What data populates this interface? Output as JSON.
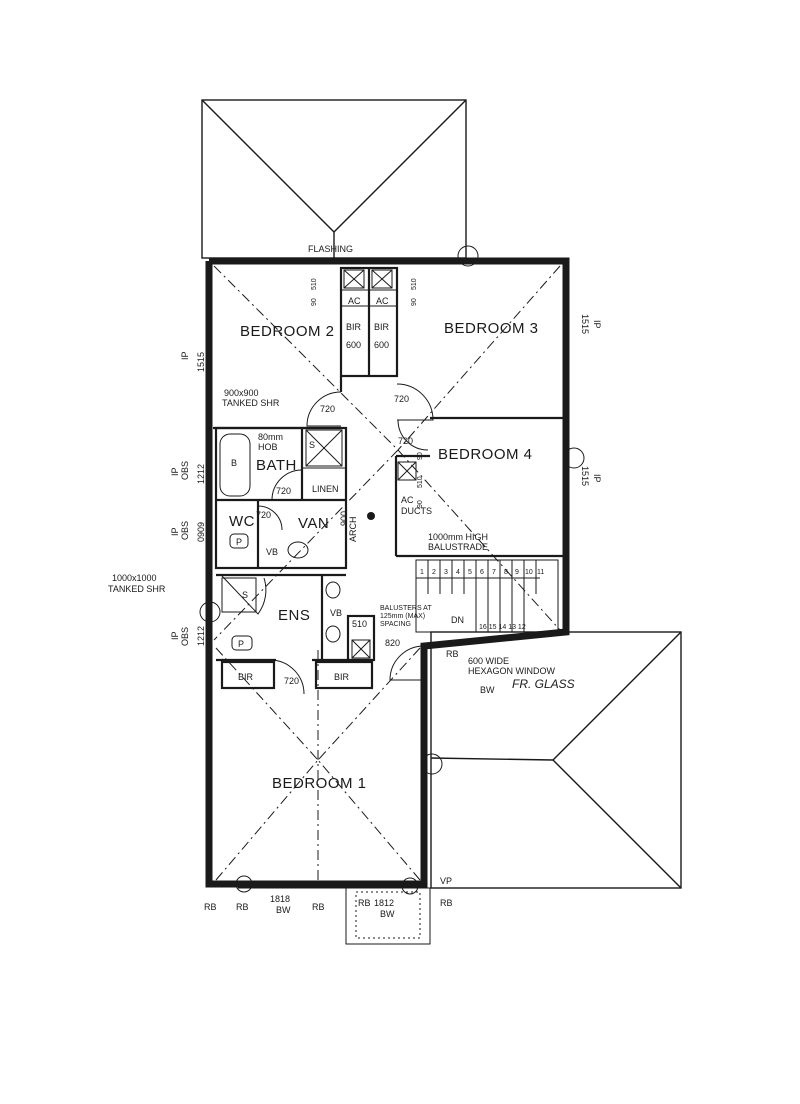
{
  "rooms": {
    "bedroom2": "BEDROOM 2",
    "bedroom3": "BEDROOM 3",
    "bedroom4": "BEDROOM 4",
    "bedroom1": "BEDROOM 1",
    "bath": "BATH",
    "wc": "WC",
    "van": "VAN",
    "ens": "ENS",
    "linen": "LINEN"
  },
  "fixtures": {
    "flashing": "FLASHING",
    "ac": "AC",
    "bir": "BIR",
    "bir_600": "600",
    "shower_900_line1": "900x900",
    "shower_900_line2": "TANKED SHR",
    "shower_1000_line1": "1000x1000",
    "shower_1000_line2": "TANKED SHR",
    "hob_line1": "80mm",
    "hob_line2": "HOB",
    "bath_b": "B",
    "shower_s": "S",
    "toilet_p": "P",
    "vb": "VB",
    "arch": "ARCH",
    "arch_900": "900",
    "ac_ducts_line1": "AC",
    "ac_ducts_line2": "DUCTS",
    "balustrade_line1": "1000mm HIGH",
    "balustrade_line2": "BALUSTRADE",
    "balusters_line1": "BALUSTERS AT",
    "balusters_line2": "125mm (MAX)",
    "balusters_line3": "SPACING",
    "stair_dn": "DN",
    "window_note_line1": "600 WIDE",
    "window_note_line2": "HEXAGON WINDOW",
    "window_note_bw": "BW",
    "handwritten_note": "FR. GLASS"
  },
  "stair_steps_upper": [
    "1",
    "2",
    "3",
    "4",
    "5",
    "6",
    "7",
    "8",
    "9",
    "10",
    "11"
  ],
  "stair_steps_lower": "16 15 14 13 12",
  "dimensions": {
    "d90": "90",
    "d510": "510",
    "d720": "720",
    "d820": "820",
    "d1515": "1515",
    "d1212": "1212",
    "d0909": "0909",
    "d1818": "1818",
    "d1812": "1812"
  },
  "window_codes": {
    "ip": "IP",
    "obs": "OBS",
    "rb": "RB",
    "bw": "BW",
    "vp": "VP"
  }
}
